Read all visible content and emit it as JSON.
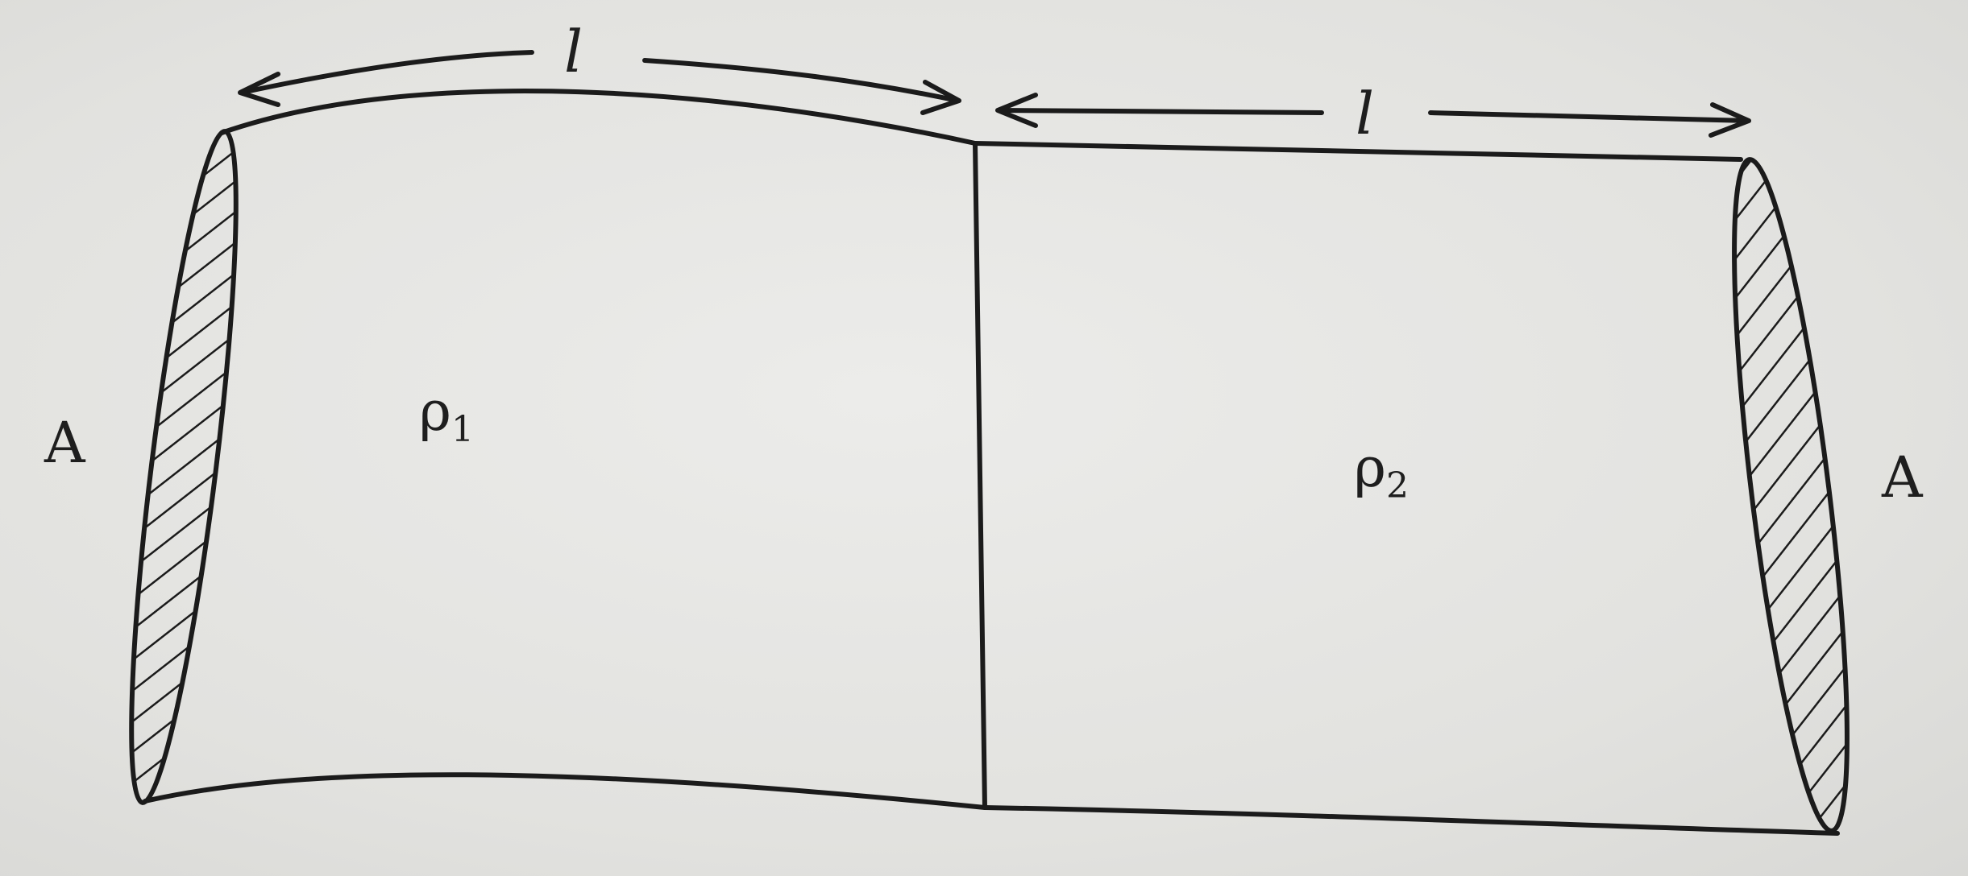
{
  "diagram": {
    "left_cross_section_label": "A",
    "right_cross_section_label": "A",
    "left_length_label": "l",
    "right_length_label": "l",
    "left_resistivity": {
      "symbol": "ρ",
      "subscript": "1"
    },
    "right_resistivity": {
      "symbol": "ρ",
      "subscript": "2"
    }
  }
}
